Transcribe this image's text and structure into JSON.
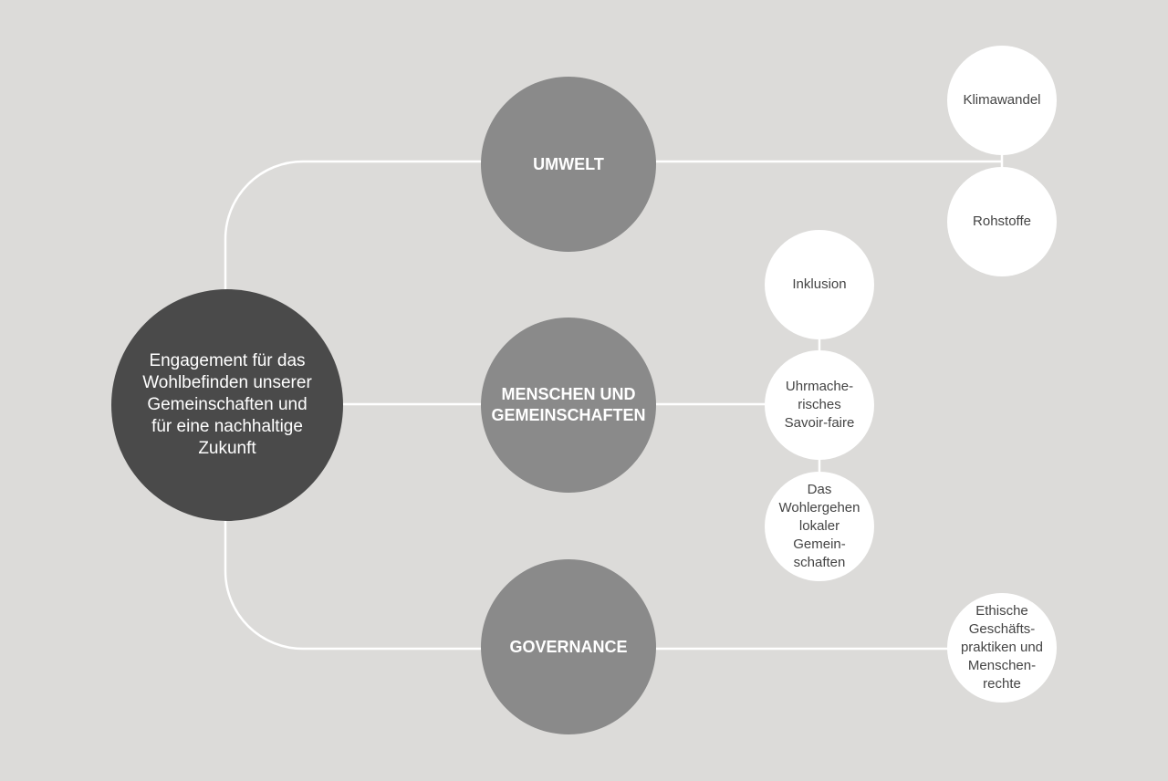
{
  "root": {
    "label": "Engagement für das Wohlbefinden unserer Gemeinschaften und für eine nachhaltige Zukunft"
  },
  "categories": [
    {
      "label": "UMWELT",
      "topics": [
        "Klimawandel",
        "Rohstoffe"
      ]
    },
    {
      "label": "MENSCHEN UND GEMEINSCHAFTEN",
      "topics": [
        "Inklusion",
        "Uhrmache-risches Savoir-faire",
        "Das Wohlergehen lokaler Gemein-schaften"
      ]
    },
    {
      "label": "GOVERNANCE",
      "topics": [
        "Ethische Geschäfts-praktiken und Menschen-rechte"
      ]
    }
  ],
  "colors": {
    "background": "#dcdbd9",
    "root": "#4a4a4a",
    "category": "#8a8a8a",
    "topic": "#ffffff",
    "connector": "#ffffff"
  }
}
